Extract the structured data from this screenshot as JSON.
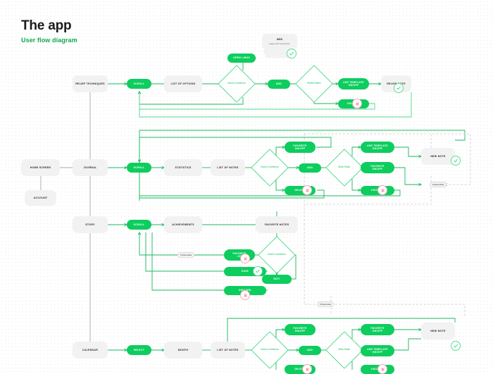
{
  "header": {
    "title": "The app",
    "subtitle": "User flow diagram"
  },
  "colors": {
    "accent_green": "#0ccd5e",
    "line_green": "#19b85c",
    "decision_green": "#4fd98c",
    "screen_gray": "#f2f2f3",
    "text_dark": "#2b2b2b",
    "subtitle_green": "#12a84e",
    "check_green": "#58dd93",
    "cross_pink": "#f7a8bb",
    "dashed_gray": "#c9c9cf"
  },
  "labels": {
    "home_screen": "HOME SCREEN",
    "account": "ACCOUNT",
    "relief_techniques": "RELIEF TECHNIQUES",
    "journal": "JOURNAL",
    "story": "STORY",
    "calendar": "CALENDAR",
    "scroll": "SCROLL",
    "select": "SELECT",
    "list_of_options": "LIST OF OPTIONS",
    "list_of_notes": "LIST OF NOTES",
    "statistics": "STATISTICS",
    "achievements": "ACHIEVEMENTS",
    "favorite_notes": "FAVORITE NOTES",
    "month": "MONTH",
    "users_actions": "User's Actions",
    "relief_note_decision": "Relief Note",
    "new_note_decision": "New Note",
    "open_links": "OPEN LINKS",
    "add": "ADD",
    "delete": "DELETE",
    "save": "SAVE",
    "edit": "EDIT",
    "discard": "DISCARD",
    "use_template": "USE TEMPLATE\nON/OFF",
    "use_template_l1": "USE TEMPLATE",
    "use_template_l2": "ON/OFF",
    "favorite_l1": "FAVORITE",
    "favorite_l2": "ON/OFF",
    "favorite_off_l1": "FAVORITE",
    "favorite_off_l2": "- OFF",
    "relief_note_card": "RELIEF NOTE",
    "new_note_card": "NEW NOTE",
    "web_title": "WEB",
    "web_sub": "pages with instructions",
    "zero_favorites": "0 Favorites"
  },
  "icons": {
    "check": "check-circle-icon",
    "cross": "cross-circle-icon",
    "arrow": "arrow-head-icon"
  },
  "flow": {
    "rows": [
      {
        "name": "relief-techniques-row",
        "entry": "RELIEF TECHNIQUES",
        "steps": [
          "SCROLL",
          "LIST OF OPTIONS",
          "User's Actions",
          "ADD",
          "Relief Note",
          "USE TEMPLATE ON/OFF",
          "RELIEF NOTE"
        ],
        "branches": [
          "OPEN LINKS",
          "WEB pages with instructions",
          "DISCARD"
        ]
      },
      {
        "name": "journal-row",
        "entry": "JOURNAL",
        "steps": [
          "SCROLL",
          "STATISTICS",
          "LIST OF NOTES",
          "User's Actions",
          "ADD",
          "New Note",
          "USE TEMPLATE ON/OFF",
          "NEW NOTE"
        ],
        "branches": [
          "FAVORITE ON/OFF",
          "DELETE",
          "FAVORITE ON/OFF",
          "DISCARD",
          "0 Favorites"
        ]
      },
      {
        "name": "story-row",
        "entry": "STORY",
        "steps": [
          "SCROLL",
          "ACHIEVEMENTS",
          "FAVORITE NOTES",
          "User's Actions",
          "EDIT"
        ],
        "branches": [
          "FAVORITE - OFF",
          "SAVE",
          "DISCARD",
          "0 Favorites"
        ]
      },
      {
        "name": "calendar-row",
        "entry": "CALENDAR",
        "steps": [
          "SELECT",
          "MONTH",
          "LIST OF NOTES",
          "User's Actions",
          "ADD",
          "New Note",
          "USE TEMPLATE ON/OFF",
          "NEW NOTE"
        ],
        "branches": [
          "FAVORITE ON/OFF",
          "FAVORITE ON/OFF",
          "0 Favorites"
        ]
      }
    ]
  }
}
